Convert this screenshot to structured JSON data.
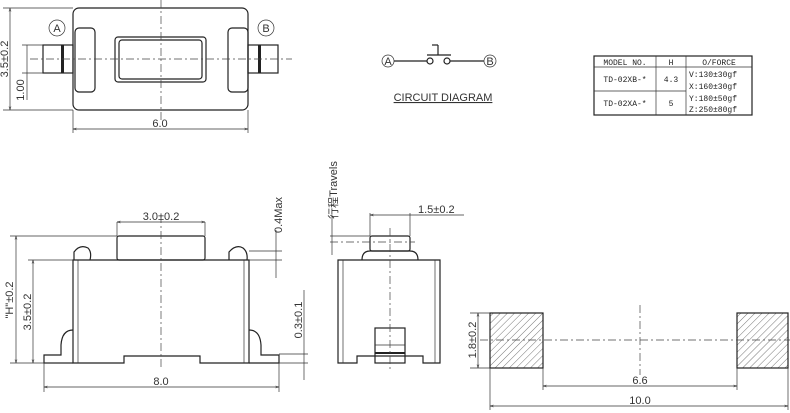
{
  "top_view": {
    "label_a": "A",
    "label_b": "B",
    "dim_height": "3.5±0.2",
    "dim_terminal": "1.00",
    "dim_width": "6.0"
  },
  "circuit": {
    "label_a": "A",
    "label_b": "B",
    "title": "CIRCUIT DIAGRAM"
  },
  "table": {
    "headers": [
      "MODEL NO.",
      "H",
      "O/FORCE"
    ],
    "rows": [
      {
        "model": "TD-02XB-*",
        "h": "4.3"
      },
      {
        "model": "TD-02XA-*",
        "h": "5"
      }
    ],
    "forces": [
      "V:130±30gf",
      "X:160±30gf",
      "Y:180±50gf",
      "Z:250±80gf"
    ]
  },
  "front_view": {
    "dim_button": "3.0±0.2",
    "dim_travel_max": "0.4Max",
    "dim_h": "\"H\"±0.2",
    "dim_body": "3.5±0.2",
    "dim_foot": "0.3±0.1",
    "dim_length": "8.0"
  },
  "side_view": {
    "travels": "行程Travels",
    "dim_button": "1.5±0.2"
  },
  "footprint": {
    "dim_pad": "1.8±0.2",
    "dim_gap": "6.6",
    "dim_total": "10.0"
  }
}
